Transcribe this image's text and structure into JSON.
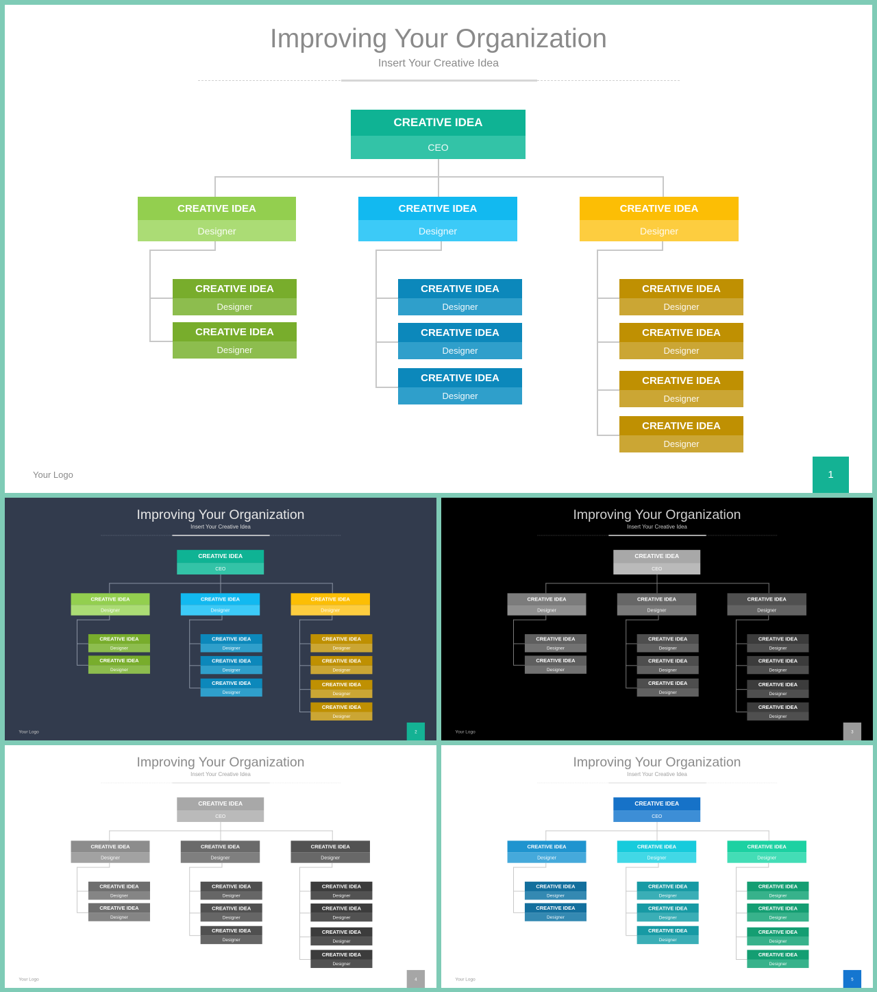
{
  "slide": {
    "title": "Improving Your Organization",
    "subtitle": "Insert Your Creative Idea",
    "logo": "Your Logo",
    "ceo": {
      "title": "CREATIVE IDEA",
      "role": "CEO"
    },
    "branches": [
      {
        "title": "CREATIVE IDEA",
        "role": "Designer",
        "children": [
          {
            "title": "CREATIVE IDEA",
            "role": "Designer"
          },
          {
            "title": "CREATIVE IDEA",
            "role": "Designer"
          }
        ]
      },
      {
        "title": "CREATIVE IDEA",
        "role": "Designer",
        "children": [
          {
            "title": "CREATIVE IDEA",
            "role": "Designer"
          },
          {
            "title": "CREATIVE IDEA",
            "role": "Designer"
          },
          {
            "title": "CREATIVE IDEA",
            "role": "Designer"
          }
        ]
      },
      {
        "title": "CREATIVE IDEA",
        "role": "Designer",
        "children": [
          {
            "title": "CREATIVE IDEA",
            "role": "Designer"
          },
          {
            "title": "CREATIVE IDEA",
            "role": "Designer"
          },
          {
            "title": "CREATIVE IDEA",
            "role": "Designer"
          },
          {
            "title": "CREATIVE IDEA",
            "role": "Designer"
          }
        ]
      }
    ]
  },
  "variants": [
    {
      "page": "1",
      "background": "#ffffff",
      "title_color": "#8a8a8a",
      "subtitle_color": "#8a8a8a",
      "line_color": "#cfcfcf",
      "bar_color": "#d6d6d6",
      "connector_color": "#c8c8c8",
      "logo_color": "#8a8a8a",
      "page_color": "#14b294",
      "ceo": [
        "#0fb394",
        "#33c3a7"
      ],
      "branches": [
        [
          "#93cf4f",
          "#abdc75"
        ],
        [
          "#12b9f0",
          "#3ccaf7"
        ],
        [
          "#fcbe05",
          "#fdcd3f"
        ]
      ],
      "children": [
        [
          "#78ad2c",
          "#8dbd4e"
        ],
        [
          "#0c88bb",
          "#2f9fcb"
        ],
        [
          "#bf9002",
          "#cba634"
        ]
      ]
    },
    {
      "page": "2",
      "background": "#323b4d",
      "title_color": "#e6e6e6",
      "subtitle_color": "#dcdcdc",
      "line_color": "#7a8394",
      "bar_color": "#e6e6e6",
      "connector_color": "#8a93a3",
      "logo_color": "#c8c8c8",
      "page_color": "#14b294",
      "ceo": [
        "#0fb394",
        "#33c3a7"
      ],
      "branches": [
        [
          "#93cf4f",
          "#abdc75"
        ],
        [
          "#12b9f0",
          "#3ccaf7"
        ],
        [
          "#fcbe05",
          "#fdcd3f"
        ]
      ],
      "children": [
        [
          "#78ad2c",
          "#8dbd4e"
        ],
        [
          "#0c88bb",
          "#2f9fcb"
        ],
        [
          "#bf9002",
          "#cba634"
        ]
      ]
    },
    {
      "page": "3",
      "background": "#000000",
      "title_color": "#d0d0d0",
      "subtitle_color": "#c8c8c8",
      "line_color": "#6a6a6a",
      "bar_color": "#e0e0e0",
      "connector_color": "#7a7a7a",
      "logo_color": "#aaaaaa",
      "page_color": "#9a9a9a",
      "ceo": [
        "#a8a8a8",
        "#bababa"
      ],
      "branches": [
        [
          "#7c7c7c",
          "#8f8f8f"
        ],
        [
          "#676767",
          "#7a7a7a"
        ],
        [
          "#505050",
          "#636363"
        ]
      ],
      "children": [
        [
          "#5f5f5f",
          "#727272"
        ],
        [
          "#4e4e4e",
          "#616161"
        ],
        [
          "#3c3c3c",
          "#4f4f4f"
        ]
      ]
    },
    {
      "page": "4",
      "background": "#ffffff",
      "title_color": "#8a8a8a",
      "subtitle_color": "#a0a0a0",
      "line_color": "#dcdcdc",
      "bar_color": "#e6e6e6",
      "connector_color": "#c8c8c8",
      "logo_color": "#9a9a9a",
      "page_color": "#a6a6a6",
      "ceo": [
        "#a8a8a8",
        "#bababa"
      ],
      "branches": [
        [
          "#8c8c8c",
          "#a2a2a2"
        ],
        [
          "#6a6a6a",
          "#7f7f7f"
        ],
        [
          "#525252",
          "#686868"
        ]
      ],
      "children": [
        [
          "#6e6e6e",
          "#858585"
        ],
        [
          "#505050",
          "#666666"
        ],
        [
          "#3c3c3c",
          "#525252"
        ]
      ]
    },
    {
      "page": "5",
      "background": "#ffffff",
      "title_color": "#8a8a8a",
      "subtitle_color": "#a0a0a0",
      "line_color": "#dcdcdc",
      "bar_color": "#e6e6e6",
      "connector_color": "#c8c8c8",
      "logo_color": "#9a9a9a",
      "page_color": "#1576d0",
      "ceo": [
        "#1672c8",
        "#3d8ed6"
      ],
      "branches": [
        [
          "#1f94cf",
          "#45a9db"
        ],
        [
          "#17cbdc",
          "#41d8e6"
        ],
        [
          "#1cd1a2",
          "#43ddb6"
        ]
      ],
      "children": [
        [
          "#136f9d",
          "#3489b2"
        ],
        [
          "#179aa4",
          "#3aaeb6"
        ],
        [
          "#149e72",
          "#37b28b"
        ]
      ]
    }
  ]
}
